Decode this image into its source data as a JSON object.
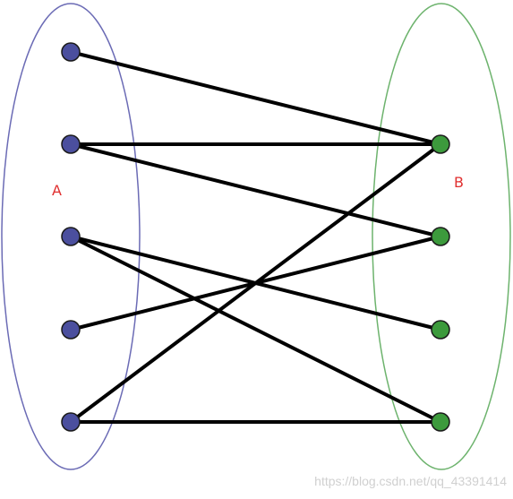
{
  "sets": [
    {
      "id": "A",
      "label": "A",
      "node_ids": [
        "a1",
        "a2",
        "a3",
        "a4",
        "a5"
      ],
      "color": "#6b6bb5",
      "node_fill": "#4b4f9e"
    },
    {
      "id": "B",
      "label": "B",
      "node_ids": [
        "b1",
        "b2",
        "b3",
        "b4"
      ],
      "color": "#6db36d",
      "node_fill": "#3c9a3c"
    }
  ],
  "edges": [
    [
      "a1",
      "b1"
    ],
    [
      "a2",
      "b1"
    ],
    [
      "a2",
      "b2"
    ],
    [
      "a3",
      "b3"
    ],
    [
      "a3",
      "b4"
    ],
    [
      "a4",
      "b2"
    ],
    [
      "a5",
      "b1"
    ],
    [
      "a5",
      "b4"
    ]
  ],
  "label_color": "#e03030",
  "edge_color": "#000000",
  "watermark": "https://blog.csdn.net/qq_43391414"
}
